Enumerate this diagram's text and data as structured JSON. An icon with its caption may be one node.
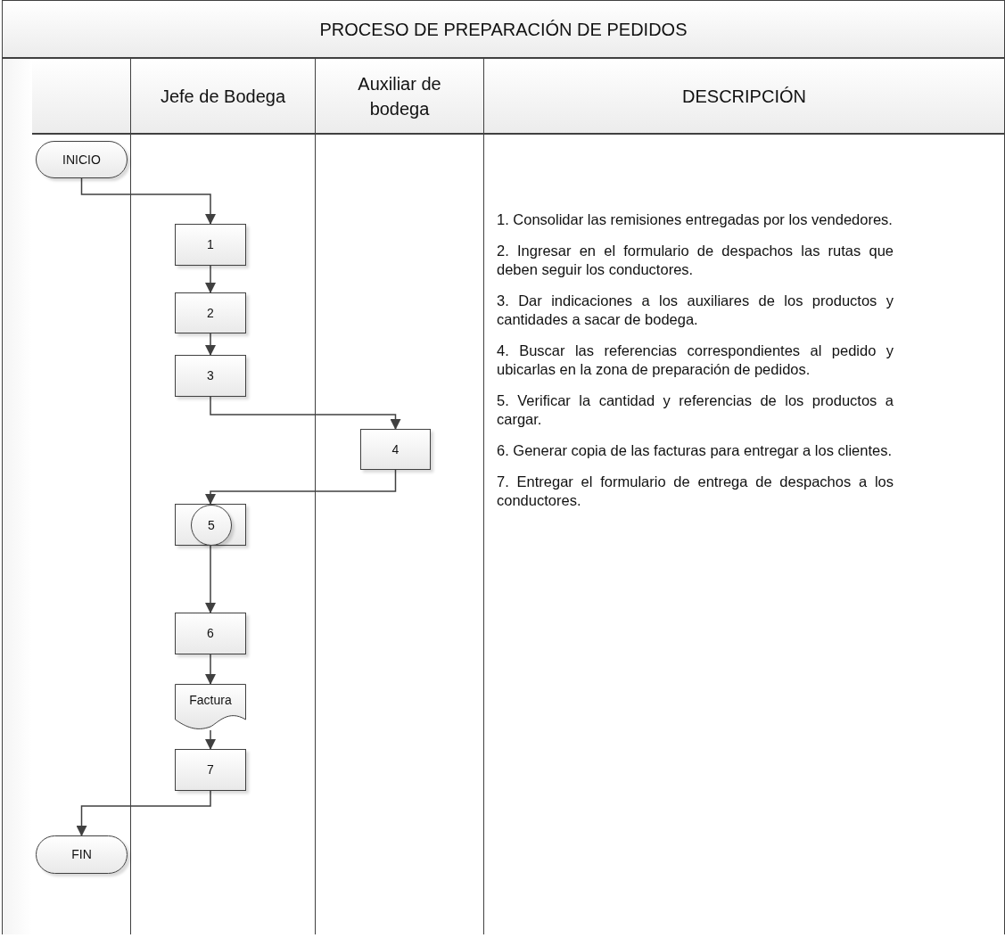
{
  "diagram": {
    "title": "PROCESO DE PREPARACIÓN DE PEDIDOS",
    "nodes": [
      {
        "text": [
          "Jefe de Bodega"
        ]
      },
      {
        "text": [
          "Auxiliar de bodega"
        ]
      },
      {
        "text": [
          "DESCRIPCIÓN",
          "1. Consolidar las remisiones entregadas por los vendedores.",
          "2. Ingresar en el formulario de despachos las rutas que deben seguir los conductores.",
          "3. Dar indicaciones a los auxiliares de los productos y cantidades a sacar de bodega.",
          "4. Buscar las referencias correspondientes al pedido y ubicarlas en la zona de preparación de pedidos.",
          "5. Verificar la cantidad y referencias de los productos a cargar.",
          "6. Generar copia de las facturas para entregar a los clientes.",
          "7. Entregar el formulario de entrega de despachos a los conductores."
        ]
      },
      {
        "text": [
          "INICIO"
        ]
      },
      {
        "text": [
          "1"
        ],
        "in": 0
      },
      {
        "text": [
          "2"
        ],
        "in": 0
      },
      {
        "text": [
          "3"
        ],
        "in": 0
      },
      {
        "text": [
          "4"
        ],
        "in": 1
      },
      {
        "text": [],
        "shape": "box",
        "in": 0
      },
      {
        "text": [
          "5"
        ],
        "in": 8
      },
      {
        "text": [
          "6"
        ],
        "in": 0
      },
      {
        "text": [
          "Factura"
        ],
        "in": 0
      },
      {
        "text": [
          "7"
        ],
        "in": 0
      },
      {
        "text": [
          "FIN"
        ]
      }
    ],
    "edges": [
      {
        "from": 3,
        "to": 4,
        "arrow": "to"
      },
      {
        "from": 4,
        "to": 5,
        "arrow": "to"
      },
      {
        "from": 5,
        "to": 6,
        "arrow": "to"
      },
      {
        "from": 6,
        "to": 7,
        "arrow": "to"
      },
      {
        "from": 7,
        "to": 8,
        "arrow": "to"
      },
      {
        "from": 8,
        "to": 10,
        "arrow": "to"
      },
      {
        "from": 10,
        "to": 11,
        "arrow": "to"
      },
      {
        "from": 11,
        "to": 12,
        "arrow": "to"
      },
      {
        "from": 12,
        "to": 13,
        "arrow": "to"
      }
    ]
  }
}
